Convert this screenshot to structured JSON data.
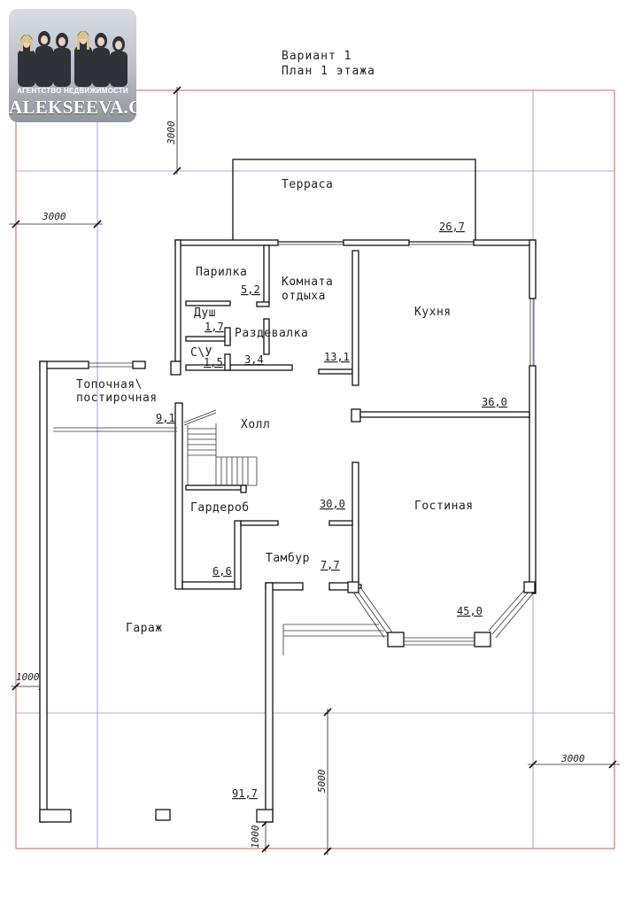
{
  "title": {
    "line1": "Вариант 1",
    "line2": "План 1 этажа"
  },
  "logo": {
    "agency": "АГЕНТСТВО НЕДВИЖИМОСТИ",
    "brand": "ALEKSEEVA.GROUP"
  },
  "rooms": {
    "terrace": "Терраса",
    "steam": "Парилка",
    "rest_room_line1": "Комната",
    "rest_room_line2": "отдыха",
    "kitchen": "Кухня",
    "shower": "Душ",
    "changing": "Раздевалка",
    "wc": "С\\У",
    "boiler_line1": "Топочная\\",
    "boiler_line2": "постирочная",
    "hall": "Холл",
    "wardrobe": "Гардероб",
    "vestibule": "Тамбур",
    "living": "Гостиная",
    "garage": "Гараж"
  },
  "areas": {
    "terrace": "26,7",
    "steam": "5,2",
    "shower": "1,7",
    "wc": "1,5",
    "changing": "3,4",
    "rest_room": "13,1",
    "kitchen": "36,0",
    "boiler": "9,1",
    "hall": "30,0",
    "wardrobe": "6,6",
    "vestibule": "7,7",
    "living": "45,0",
    "garage": "91,7"
  },
  "dimensions": {
    "top_vertical": "3000",
    "left_horizontal": "3000",
    "left_small": "1000",
    "right_horizontal": "3000",
    "bottom_vertical": "5000",
    "bottom_small": "1000"
  },
  "colors": {
    "axis": "#8a8fd8",
    "border": "#d24a4a",
    "walls": "#111111"
  }
}
